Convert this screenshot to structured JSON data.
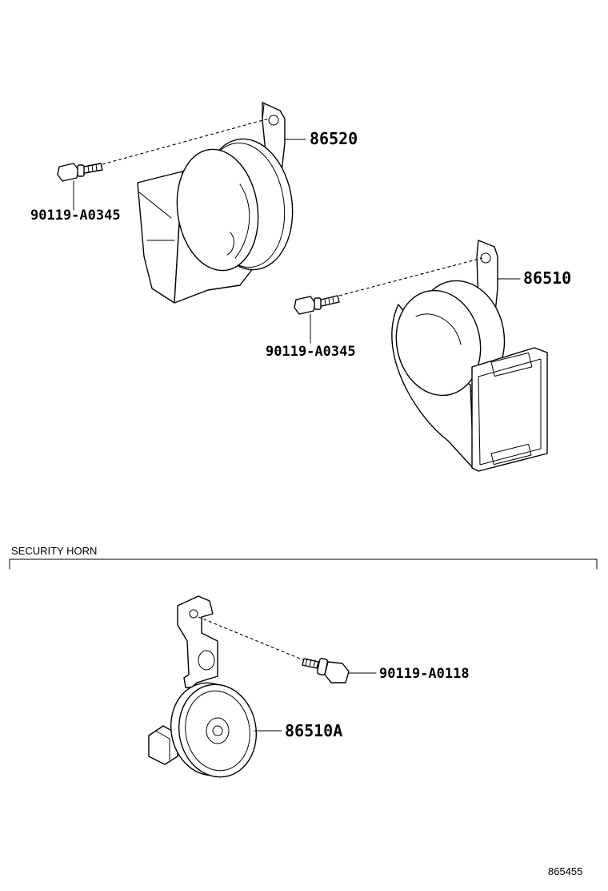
{
  "parts": {
    "horn_low": "86520",
    "horn_high": "86510",
    "bolt_upper": "90119-A0345",
    "bolt_middle": "90119-A0345",
    "security_bolt": "90119-A0118",
    "security_horn": "86510A"
  },
  "section": {
    "title": "SECURITY HORN"
  },
  "diagram_id": "865455"
}
